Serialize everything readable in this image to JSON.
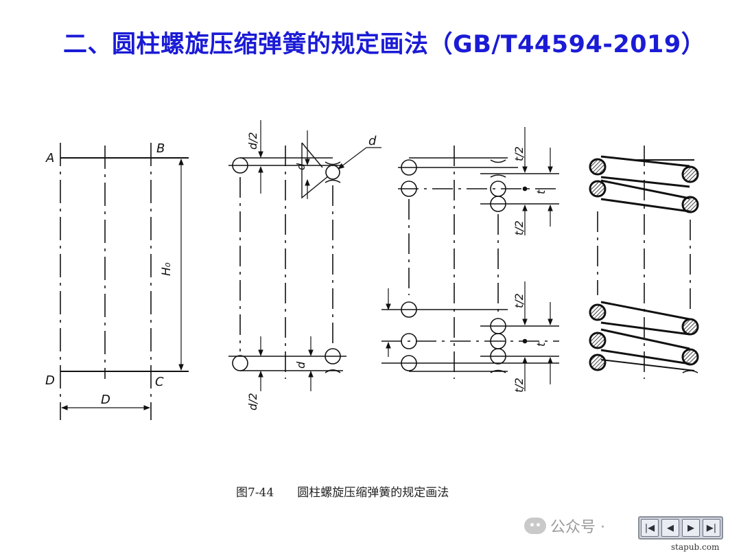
{
  "title": "二、圆柱螺旋压缩弹簧的规定画法（GB/T44594-2019）",
  "caption": {
    "fig_no": "图7-44",
    "text": "圆柱螺旋压缩弹簧的规定画法"
  },
  "labels": {
    "A": "A",
    "B": "B",
    "C": "C",
    "D_corner": "D",
    "D_dim": "D",
    "H0": "H₀",
    "d_half_top": "d/2",
    "d_half_bottom": "d/2",
    "d_top": "d",
    "d_leader": "d",
    "d_bottom": "d",
    "t_half_1": "t/2",
    "t_1": "t",
    "t_half_2": "t/2",
    "t_half_3": "t/2",
    "t_2": "t",
    "t_half_4": "t/2"
  },
  "watermark": {
    "text": "公众号 ·",
    "icon": "wechat-icon"
  },
  "nav": [
    {
      "icon": "first-icon",
      "glyph": "|◀"
    },
    {
      "icon": "prev-icon",
      "glyph": "◀"
    },
    {
      "icon": "next-icon",
      "glyph": "▶"
    },
    {
      "icon": "last-icon",
      "glyph": "▶|"
    }
  ],
  "site": "stapub.com",
  "colors": {
    "title": "#1b1bd6",
    "line": "#111111"
  }
}
